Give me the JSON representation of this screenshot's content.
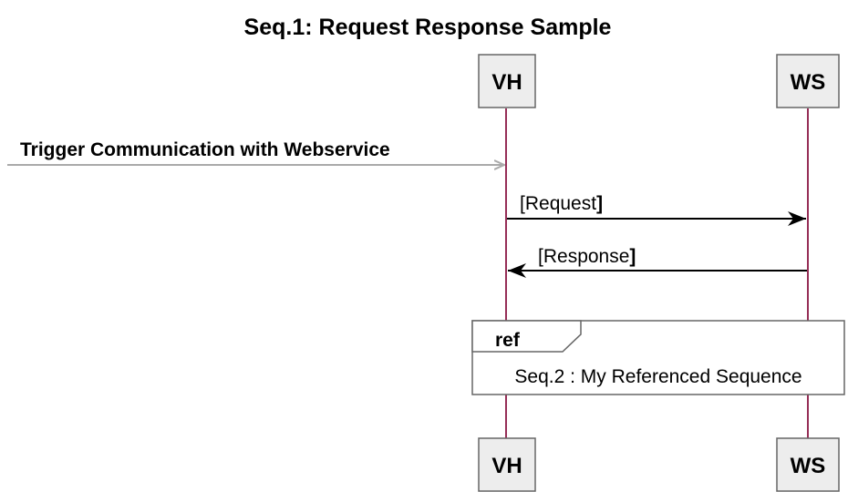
{
  "diagram": {
    "title": "Seq.1: Request Response Sample",
    "participants": [
      {
        "id": "vh",
        "label": "VH"
      },
      {
        "id": "ws",
        "label": "WS"
      }
    ],
    "incoming_message": {
      "label": "Trigger Communication with Webservice",
      "color": "#aaaaaa"
    },
    "messages": [
      {
        "from": "VH",
        "to": "WS",
        "open_bracket": "[",
        "text": "Request",
        "close_bracket": "]"
      },
      {
        "from": "WS",
        "to": "VH",
        "open_bracket": "[",
        "text": "Response",
        "close_bracket": "]"
      }
    ],
    "ref": {
      "tag": "ref",
      "text": "Seq.2 : My Referenced Sequence"
    },
    "colors": {
      "lifeline": "#8b1744",
      "participant_fill": "#ededed",
      "participant_border": "#666666",
      "arrow": "#000000"
    }
  }
}
